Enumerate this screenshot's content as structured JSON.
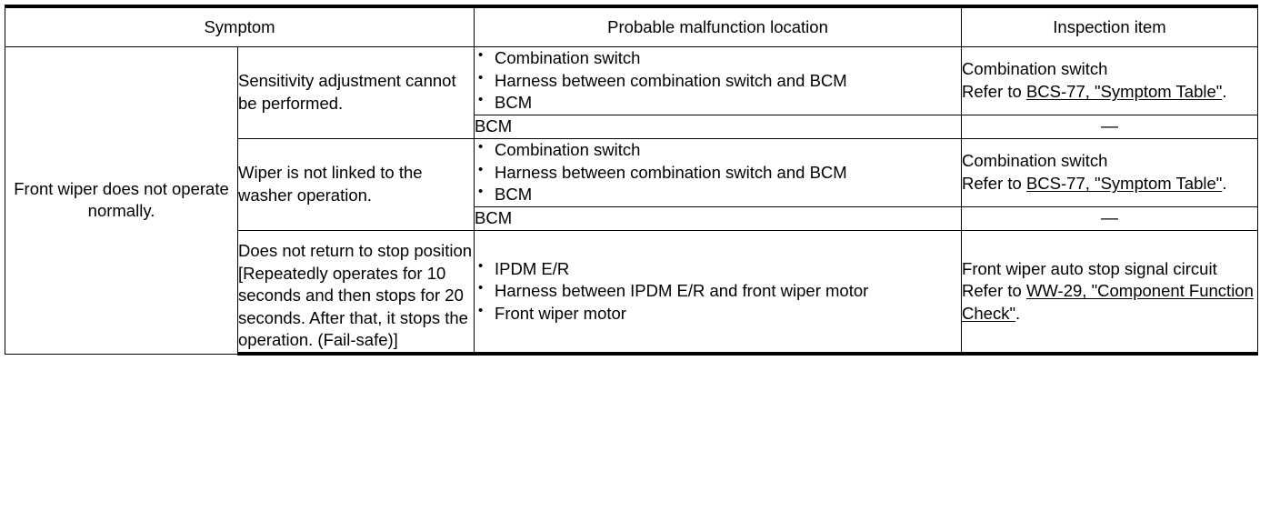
{
  "document": {
    "type": "service-manual-symptom-table"
  },
  "table": {
    "headers": {
      "symptom": "Symptom",
      "location": "Probable malfunction location",
      "inspection": "Inspection item"
    },
    "symptom_group": {
      "label": "Front wiper does not operate normally."
    },
    "rows": [
      {
        "sub_symptom": "Sensitivity adjustment cannot be performed.",
        "location_bullets": [
          "Combination switch",
          "Harness between combination switch and BCM",
          "BCM"
        ],
        "inspection": {
          "line1": "Combination switch",
          "refer_prefix": "Refer to ",
          "refer_link": "BCS-77, \"Symptom Table\"",
          "refer_suffix": "."
        }
      },
      {
        "location_plain": "BCM",
        "inspection_dash": "—"
      },
      {
        "sub_symptom": "Wiper is not linked to the washer operation.",
        "location_bullets": [
          "Combination switch",
          "Harness between combination switch and BCM",
          "BCM"
        ],
        "inspection": {
          "line1": "Combination switch",
          "refer_prefix": "Refer to ",
          "refer_link": "BCS-77, \"Symptom Table\"",
          "refer_suffix": "."
        }
      },
      {
        "location_plain": "BCM",
        "inspection_dash": "—"
      },
      {
        "sub_symptom": "Does not return to stop position [Repeatedly operates for 10 seconds and then stops for 20 seconds. After that, it stops the operation. (Fail-safe)]",
        "location_bullets": [
          "IPDM E/R",
          "Harness between IPDM E/R and front wiper motor",
          "Front wiper motor"
        ],
        "inspection": {
          "line1": "Front wiper auto stop signal circuit",
          "refer_prefix": "Refer to ",
          "refer_link": "WW-29, \"Component Function Check\"",
          "refer_suffix": "."
        }
      }
    ]
  },
  "colors": {
    "text": "#000000",
    "rule": "#000000",
    "background": "#ffffff"
  }
}
